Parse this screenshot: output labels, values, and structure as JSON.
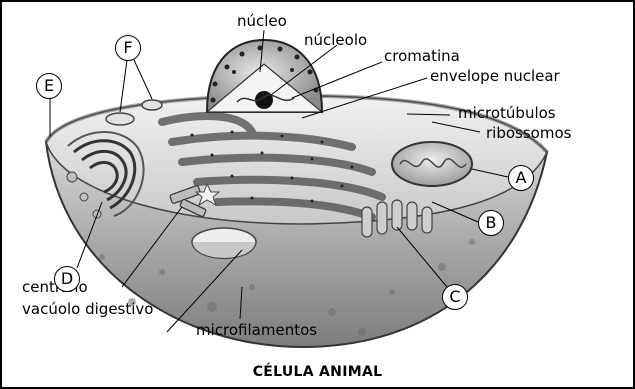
{
  "diagram": {
    "title": "CÉLULA ANIMAL",
    "labels": {
      "nucleo": "núcleo",
      "nucleolo": "núcleolo",
      "cromatina": "cromatina",
      "envelope_nuclear": "envelope nuclear",
      "microtubulos": "microtúbulos",
      "ribossomos": "ribossomos",
      "centriolo": "centríolo",
      "vacuolo_digestivo": "vacúolo digestivo",
      "microfilamentos": "microfilamentos"
    },
    "markers": {
      "A": "A",
      "B": "B",
      "C": "C",
      "D": "D",
      "E": "E",
      "F": "F"
    }
  }
}
